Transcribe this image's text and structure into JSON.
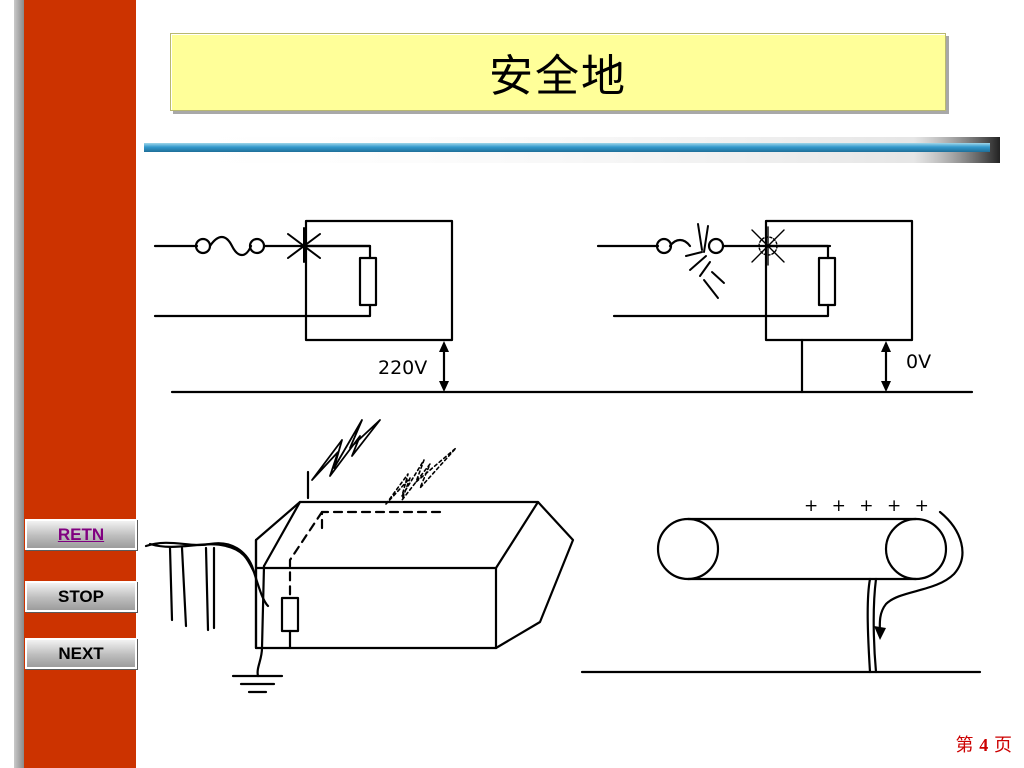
{
  "title": "安全地",
  "nav": {
    "retn": "RETN",
    "stop": "STOP",
    "next": "NEXT"
  },
  "footer": {
    "prefix": "第",
    "number": "4",
    "suffix": "页"
  },
  "diagram": {
    "label_left_voltage": "220V",
    "label_right_voltage": "0V",
    "belt_charges": "+ + + + +"
  },
  "colors": {
    "sidebar": "#cc3300",
    "title_bg": "#ffff99",
    "rule": "#3399cc",
    "page_number": "#cc0000",
    "retn_link": "#800080"
  }
}
